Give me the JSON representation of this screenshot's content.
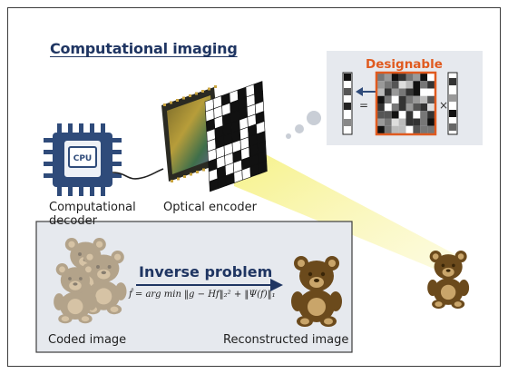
{
  "title": "Computational imaging",
  "labels": {
    "decoder": "Computational decoder",
    "encoder": "Optical encoder",
    "inverse_problem": "Inverse problem",
    "coded_image": "Coded image",
    "reconstructed_image": "Reconstructed image",
    "designable": "Designable",
    "cpu": "CPU",
    "formula": "f̂ = arg min ‖g − Hf‖₂² + ‖Ψ(f)‖₁",
    "formula_sub": "f",
    "equals": "=",
    "times": "×"
  },
  "colors": {
    "title": "#1f3562",
    "designable": "#e05a1f",
    "cpu_body": "#2f4b7a",
    "panel_bg": "#e6e9ee",
    "light_beam": "#f3ef6a",
    "bear": "#6b4a1c"
  }
}
